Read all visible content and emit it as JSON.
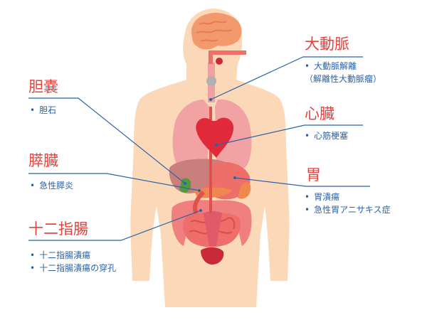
{
  "colors": {
    "label_red": "#e8423e",
    "line_blue": "#2a62a8",
    "body_skin": "#fbd9b8"
  },
  "labels": {
    "aorta": {
      "title": "大動脈",
      "items": [
        "大動脈解離",
        "（解離性大動脈瘤）"
      ]
    },
    "gallbladder": {
      "title": "胆嚢",
      "items": [
        "胆石"
      ]
    },
    "heart": {
      "title": "心臓",
      "items": [
        "心筋梗塞"
      ]
    },
    "pancreas": {
      "title": "膵臓",
      "items": [
        "急性膵炎"
      ]
    },
    "stomach": {
      "title": "胃",
      "items": [
        "胃潰瘍",
        "急性胃アニサキス症"
      ]
    },
    "duodenum": {
      "title": "十二指腸",
      "items": [
        "十二指腸潰瘍",
        "十二指腸潰瘍の穿孔"
      ]
    }
  }
}
